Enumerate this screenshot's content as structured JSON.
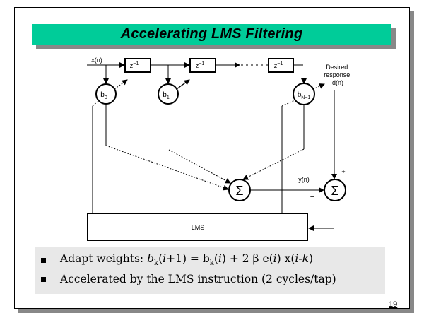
{
  "slide": {
    "title": "Accelerating LMS Filtering",
    "page_number": "19",
    "colors": {
      "title_bar": "#00cc99",
      "shadow": "#888888",
      "bullet_box": "#e8e8e8"
    }
  },
  "diagram": {
    "input_label": "x(n)",
    "delay_label": "z",
    "delay_exponent": "−1",
    "weights": [
      {
        "base": "b",
        "sub": "0"
      },
      {
        "base": "b",
        "sub": "1"
      },
      {
        "base": "b",
        "sub": "N−1"
      }
    ],
    "desired_response": [
      "Desired",
      "response",
      "d(n)"
    ],
    "sum_symbol": "Σ",
    "output_label": "y(n)",
    "plus_sign": "+",
    "minus_sign": "−",
    "lms_block_label": "LMS"
  },
  "bullets": {
    "item1": {
      "prefix": "Adapt weights: ",
      "b": "b",
      "k": "k",
      "open": "(",
      "i": "i",
      "plus1": "+1) = b",
      "k2": "k",
      "open2": "(",
      "i2": "i",
      "mid": ") + 2 β e(",
      "i3": "i",
      "mid2": ") x(",
      "i4": "i",
      "dash": "-",
      "k3": "k",
      "close": ")"
    },
    "item2": "Accelerated by the LMS instruction (2 cycles/tap)"
  }
}
